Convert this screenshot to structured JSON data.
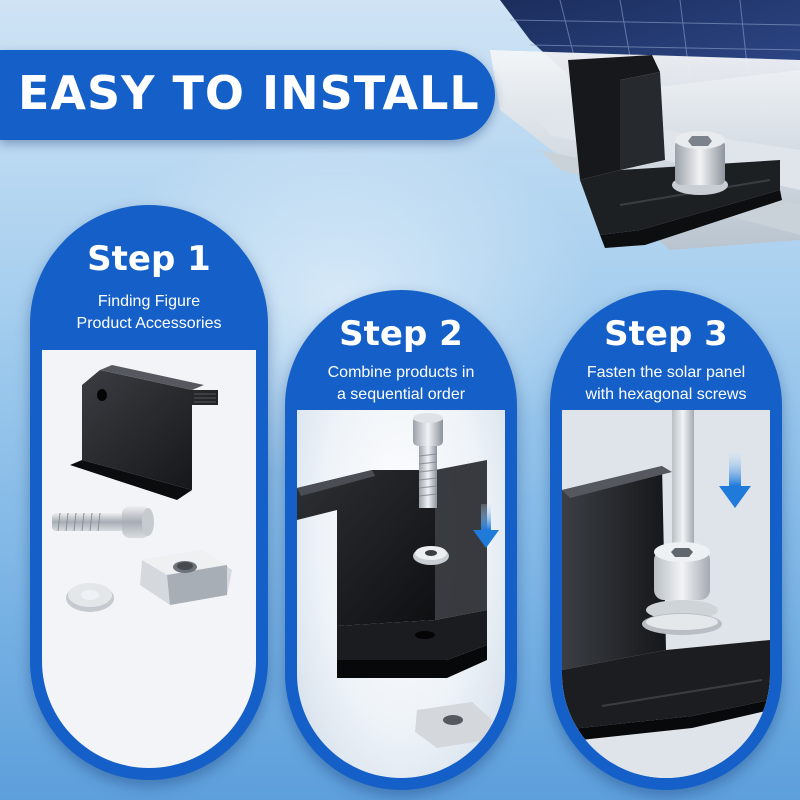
{
  "banner": {
    "title": "EASY TO INSTALL"
  },
  "steps": [
    {
      "title": "Step 1",
      "lines": [
        "Finding Figure",
        "Product Accessories"
      ]
    },
    {
      "title": "Step 2",
      "lines": [
        "Combine products in",
        "a sequential order"
      ]
    },
    {
      "title": "Step 3",
      "lines": [
        "Fasten the solar panel",
        "with hexagonal screws"
      ]
    }
  ],
  "colors": {
    "brand_blue": "#1560c8",
    "arrow_blue": "#1f7ad9",
    "sky": "#a9d0ef"
  },
  "icons": [
    "down-arrow-icon"
  ]
}
